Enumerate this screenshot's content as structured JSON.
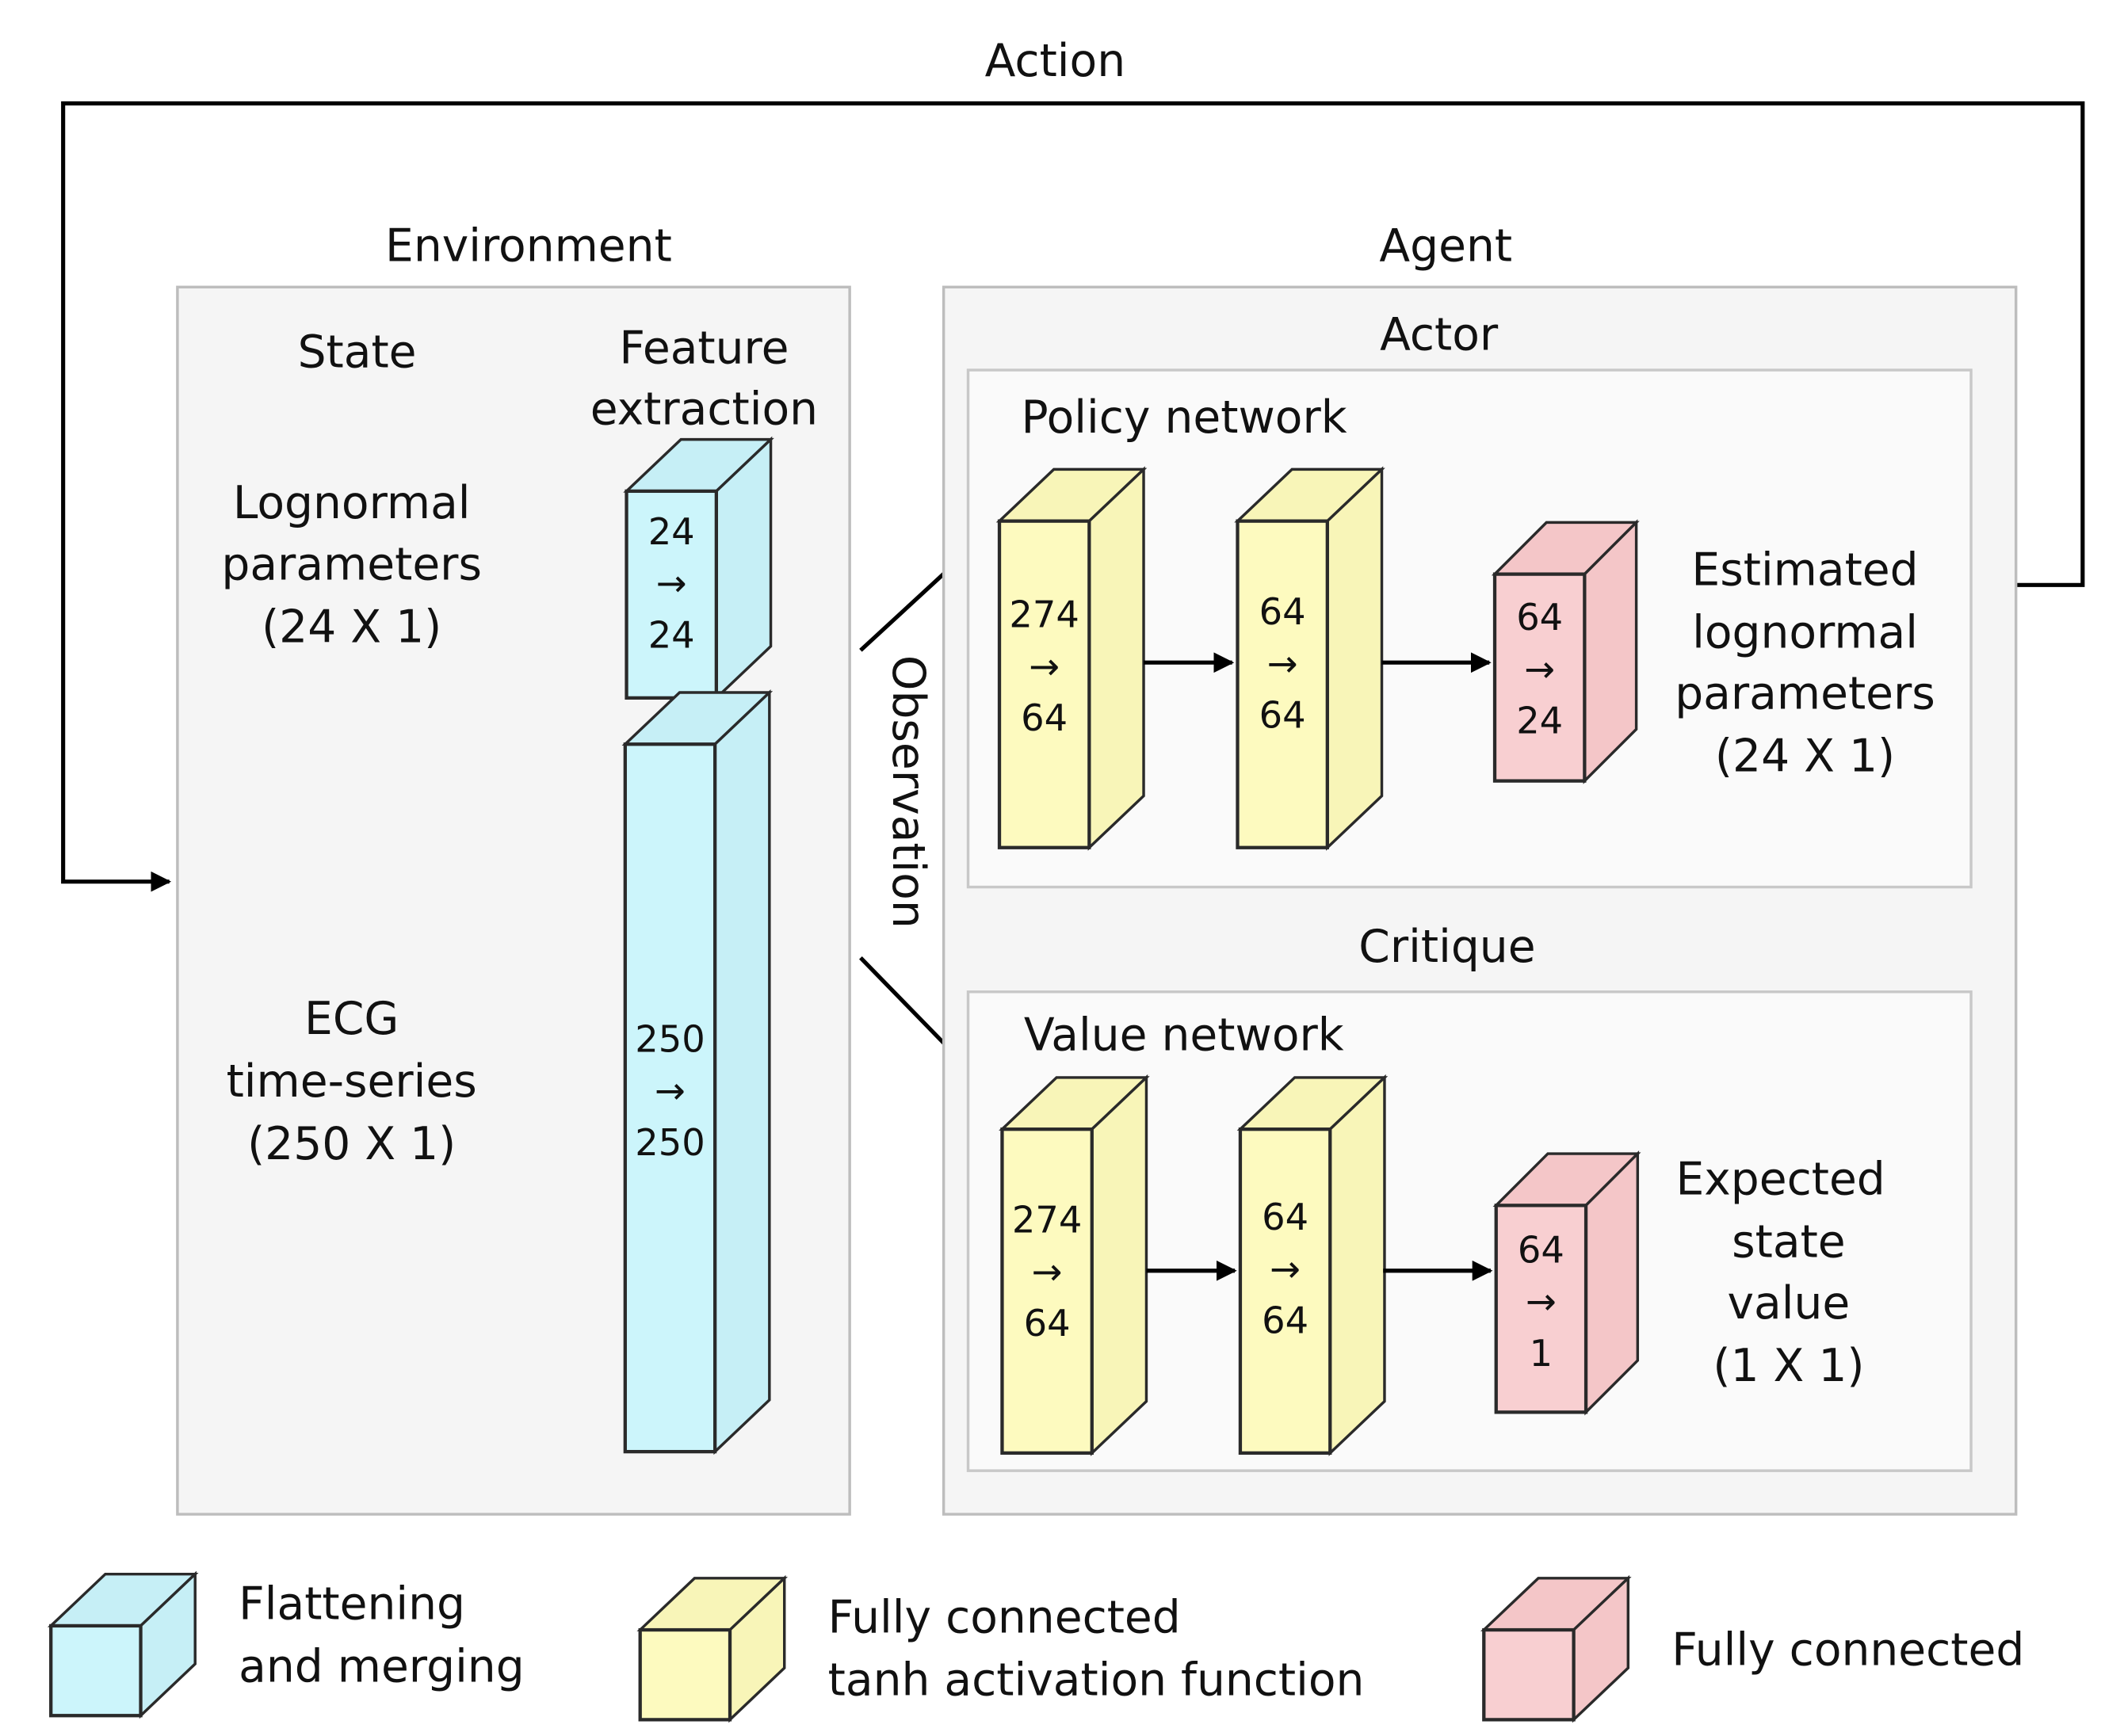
{
  "colors": {
    "flatten": "#ccf5fb",
    "flatten_side": "#c6eff6",
    "tanh": "#fdfabf",
    "tanh_side": "#f8f5b8",
    "fc": "#f8cfd1",
    "fc_side": "#f4c6c8"
  },
  "top": {
    "action_label": "Action"
  },
  "environment": {
    "title": "Environment",
    "state_header": "State",
    "feature_header": [
      "Feature",
      "extraction"
    ],
    "lognormal_label": [
      "Lognormal",
      "parameters",
      "(24 X 1)"
    ],
    "ecg_label": [
      "ECG",
      "time-series",
      "(250 X 1)"
    ],
    "blocks": [
      {
        "type": "flatten",
        "input": "24",
        "output": "24"
      },
      {
        "type": "flatten",
        "input": "250",
        "output": "250"
      }
    ]
  },
  "observation_label": "Observation",
  "agent": {
    "title": "Agent",
    "actor": {
      "title": "Actor",
      "network_title": "Policy network",
      "blocks": [
        {
          "type": "tanh",
          "input": "274",
          "output": "64"
        },
        {
          "type": "tanh",
          "input": "64",
          "output": "64"
        },
        {
          "type": "fc",
          "input": "64",
          "output": "24"
        }
      ],
      "output_label": [
        "Estimated",
        "lognormal",
        "parameters",
        "(24 X 1)"
      ]
    },
    "critique": {
      "title": "Critique",
      "network_title": "Value network",
      "blocks": [
        {
          "type": "tanh",
          "input": "274",
          "output": "64"
        },
        {
          "type": "tanh",
          "input": "64",
          "output": "64"
        },
        {
          "type": "fc",
          "input": "64",
          "output": "1"
        }
      ],
      "output_label": [
        "Expected",
        "state",
        "value",
        "(1 X 1)"
      ]
    }
  },
  "arrow_glyph": "→",
  "legend": [
    {
      "type": "flatten",
      "label": [
        "Flattening",
        "and merging"
      ]
    },
    {
      "type": "tanh",
      "label": [
        "Fully connected",
        "tanh activation function"
      ]
    },
    {
      "type": "fc",
      "label": [
        "Fully connected"
      ]
    }
  ]
}
